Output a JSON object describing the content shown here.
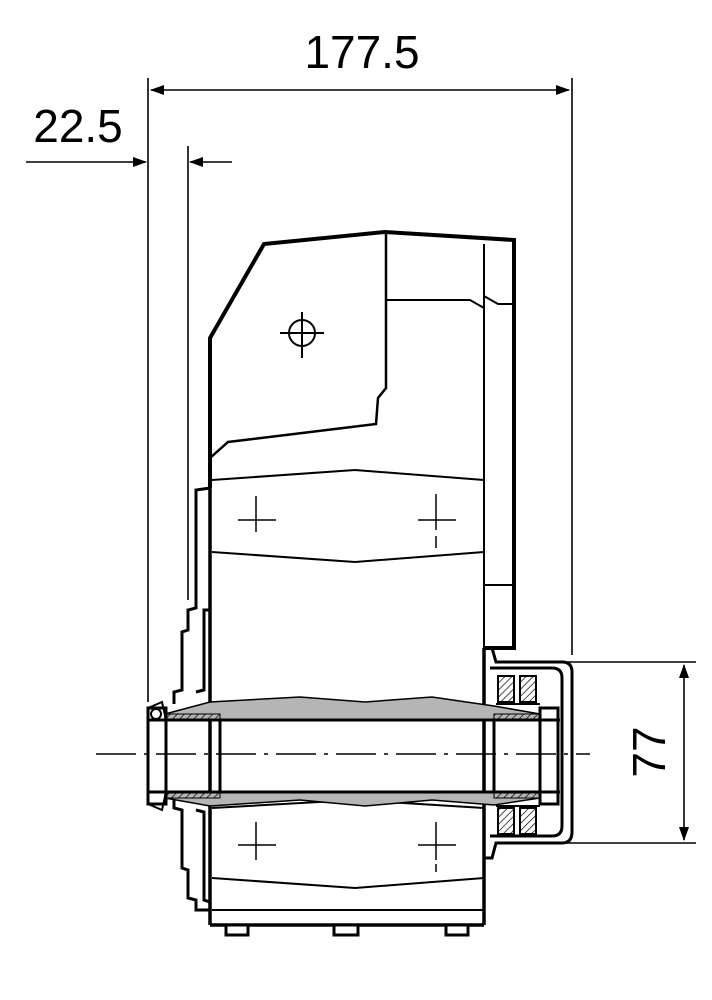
{
  "dimensions": {
    "overall_width": "177.5",
    "offset": "22.5",
    "cover_height": "77"
  },
  "colors": {
    "line": "#000000",
    "section_fill": "#b5b5b5",
    "hatch": "#000000"
  }
}
